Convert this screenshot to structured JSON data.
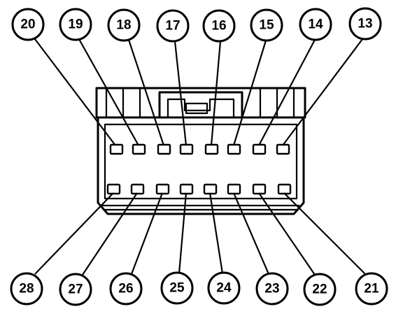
{
  "colors": {
    "ink": "#000000",
    "paper": "#ffffff"
  },
  "top_row_terminals": [
    "20",
    "19",
    "18",
    "17",
    "16",
    "15",
    "14",
    "13"
  ],
  "bottom_row_terminals": [
    "28",
    "27",
    "26",
    "25",
    "24",
    "23",
    "22",
    "21"
  ]
}
